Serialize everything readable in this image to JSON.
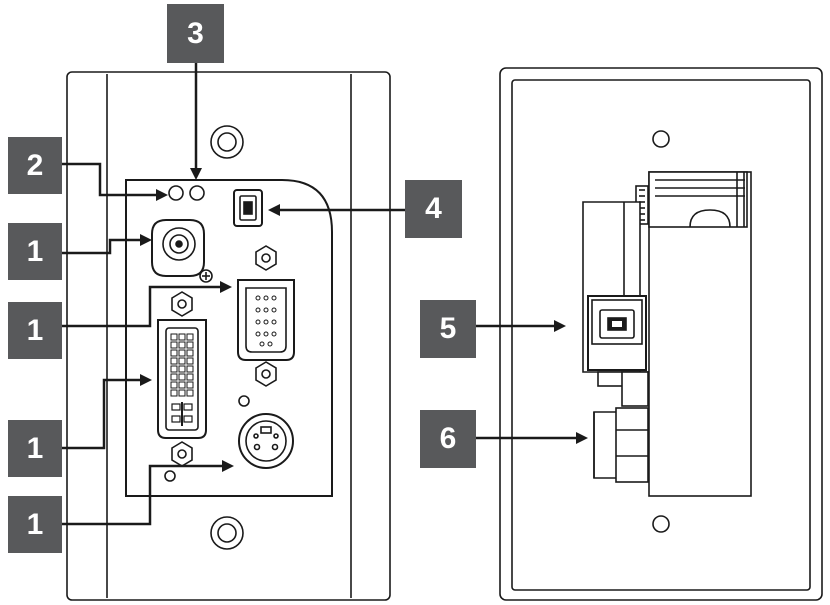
{
  "callouts": {
    "c3": "3",
    "c2": "2",
    "c1a": "1",
    "c1b": "1",
    "c1c": "1",
    "c1d": "1",
    "c4": "4",
    "c5": "5",
    "c6": "6"
  },
  "colors": {
    "callout_bg": "#58595b",
    "callout_text": "#ffffff",
    "line": "#1a1a1a",
    "plate_fill": "#ffffff"
  }
}
